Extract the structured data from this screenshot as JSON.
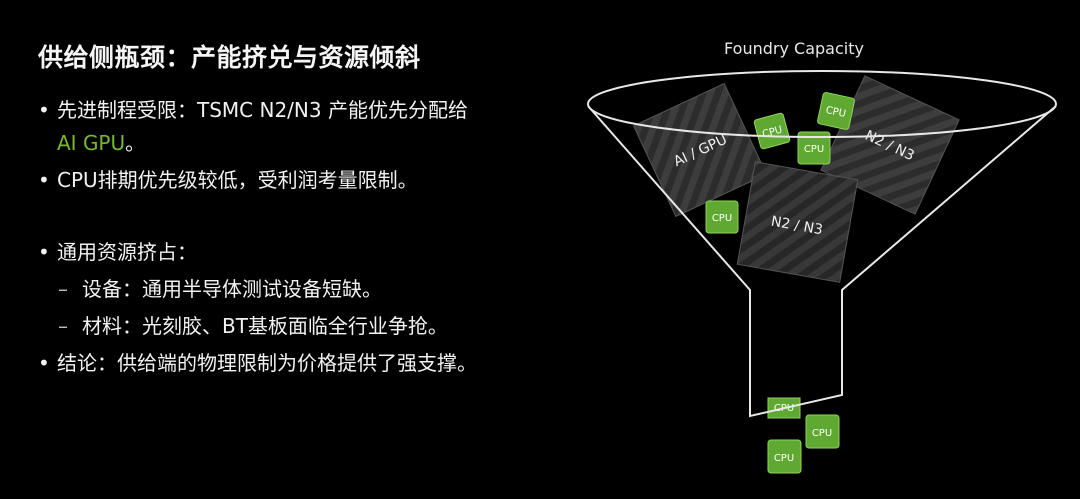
{
  "title": "供给侧瓶颈：产能挤兑与资源倾斜",
  "bullets": {
    "b1_text": "先进制程受限：TSMC N2/N3 产能优先分配给",
    "b1_highlight": "AI GPU",
    "b1_end": "。",
    "b2": "CPU排期优先级较低，受利润考量限制。",
    "b3": "通用资源挤占：",
    "b3_sub1": "设备：通用半导体测试设备短缺。",
    "b3_sub2": "材料：光刻胶、BT基板面临全行业争抢。",
    "b4": "结论：供给端的物理限制为价格提供了强支撑。"
  },
  "diagram": {
    "label": "Foundry Capacity",
    "tiles": {
      "ai_gpu": "AI / GPU",
      "n2n3_right": "N2 / N3",
      "n2n3_center": "N2 / N3"
    },
    "cpu_label": "CPU",
    "colors": {
      "cpu_fill": "#5fa832",
      "tile_fill": "#2e2e2e",
      "accent": "#76b82a"
    }
  }
}
